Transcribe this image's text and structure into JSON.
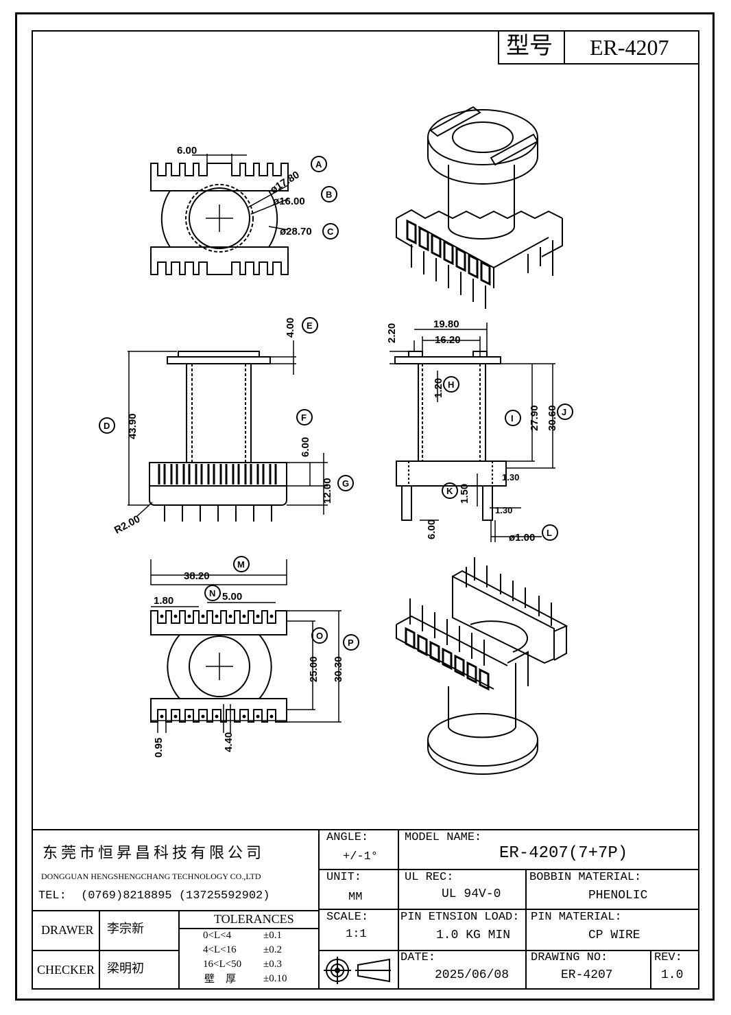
{
  "header": {
    "type_label": "型号",
    "model": "ER-4207"
  },
  "dims_top": {
    "w600": "6.00",
    "d1780": "ø17.80",
    "d1600": "ø16.00",
    "d2870": "ø28.70",
    "A": "A",
    "B": "B",
    "C": "C"
  },
  "dims_side": {
    "d400": "4.00",
    "d4390": "43.90",
    "d600": "6.00",
    "d1200": "12.00",
    "r200": "R2.00",
    "E": "E",
    "D": "D",
    "F": "F",
    "G": "G"
  },
  "dims_front": {
    "d220": "2.20",
    "d1980": "19.80",
    "d1620": "16.20",
    "d120": "1.20",
    "d2790": "27.90",
    "d3060": "30.60",
    "d150": "1.50",
    "d130a": "1.30",
    "d130b": "1.30",
    "d600": "6.00",
    "d100": "ø1.00",
    "H": "H",
    "I": "I",
    "J": "J",
    "K": "K",
    "L": "L"
  },
  "dims_bottom": {
    "d3820": "38.20",
    "d180": "1.80",
    "d500": "5.00",
    "d2500": "25.00",
    "d3030": "30.30",
    "d095": "0.95",
    "d440": "4.40",
    "M": "M",
    "N": "N",
    "O": "O",
    "P": "P"
  },
  "title_block": {
    "company_cn": "东莞市恒昇昌科技有限公司",
    "company_en": "DONGGUAN HENGSHENGCHANG  TECHNOLOGY CO.,LTD",
    "tel_label": "TEL:",
    "tel_value": "(0769)8218895 (13725592902)",
    "drawer_label": "DRAWER",
    "drawer_name": "李宗新",
    "checker_label": "CHECKER",
    "checker_name": "梁明初",
    "tolerances_title": "TOLERANCES",
    "tolerances": [
      {
        "range": "0<L<4",
        "value": "±0.1"
      },
      {
        "range": "4<L<16",
        "value": "±0.2"
      },
      {
        "range": "16<L<50",
        "value": "±0.3"
      },
      {
        "range": "壁  厚",
        "value": "±0.10"
      }
    ],
    "angle_label": "ANGLE:",
    "angle_value": "+/-1°",
    "unit_label": "UNIT:",
    "unit_value": "MM",
    "scale_label": "SCALE:",
    "scale_value": "1:1",
    "model_name_label": "MODEL NAME:",
    "model_name_value": "ER-4207(7+7P)",
    "ul_rec_label": "UL REC:",
    "ul_rec_value": "UL 94V-0",
    "bobbin_material_label": "BOBBIN MATERIAL:",
    "bobbin_material_value": "PHENOLIC",
    "pin_tension_label": "PIN ETNSION LOAD:",
    "pin_tension_value": "1.0 KG MIN",
    "pin_material_label": "PIN MATERIAL:",
    "pin_material_value": "CP WIRE",
    "date_label": "DATE:",
    "date_value": "2025/06/08",
    "drawing_no_label": "DRAWING NO:",
    "drawing_no_value": "ER-4207",
    "rev_label": "REV:",
    "rev_value": "1.0"
  }
}
